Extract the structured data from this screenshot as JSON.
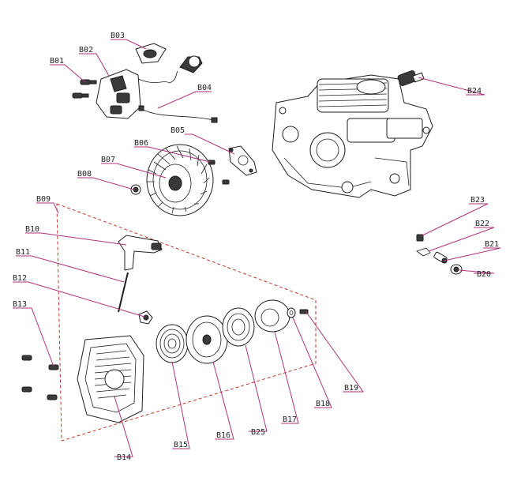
{
  "diagram": {
    "labels": {
      "B01": "B01",
      "B02": "B02",
      "B03": "B03",
      "B04": "B04",
      "B05": "B05",
      "B06": "B06",
      "B07": "B07",
      "B08": "B08",
      "B09": "B09",
      "B10": "B10",
      "B11": "B11",
      "B12": "B12",
      "B13": "B13",
      "B14": "B14",
      "B15": "B15",
      "B16": "B16",
      "B17": "B17",
      "B18": "B18",
      "B19": "B19",
      "B20": "B20",
      "B21": "B21",
      "B22": "B22",
      "B23": "B23",
      "B24": "B24",
      "B25": "B25"
    },
    "colors": {
      "leader": "#b0337a",
      "group_border": "#c0392b",
      "line_art": "#1e1e1e"
    }
  }
}
